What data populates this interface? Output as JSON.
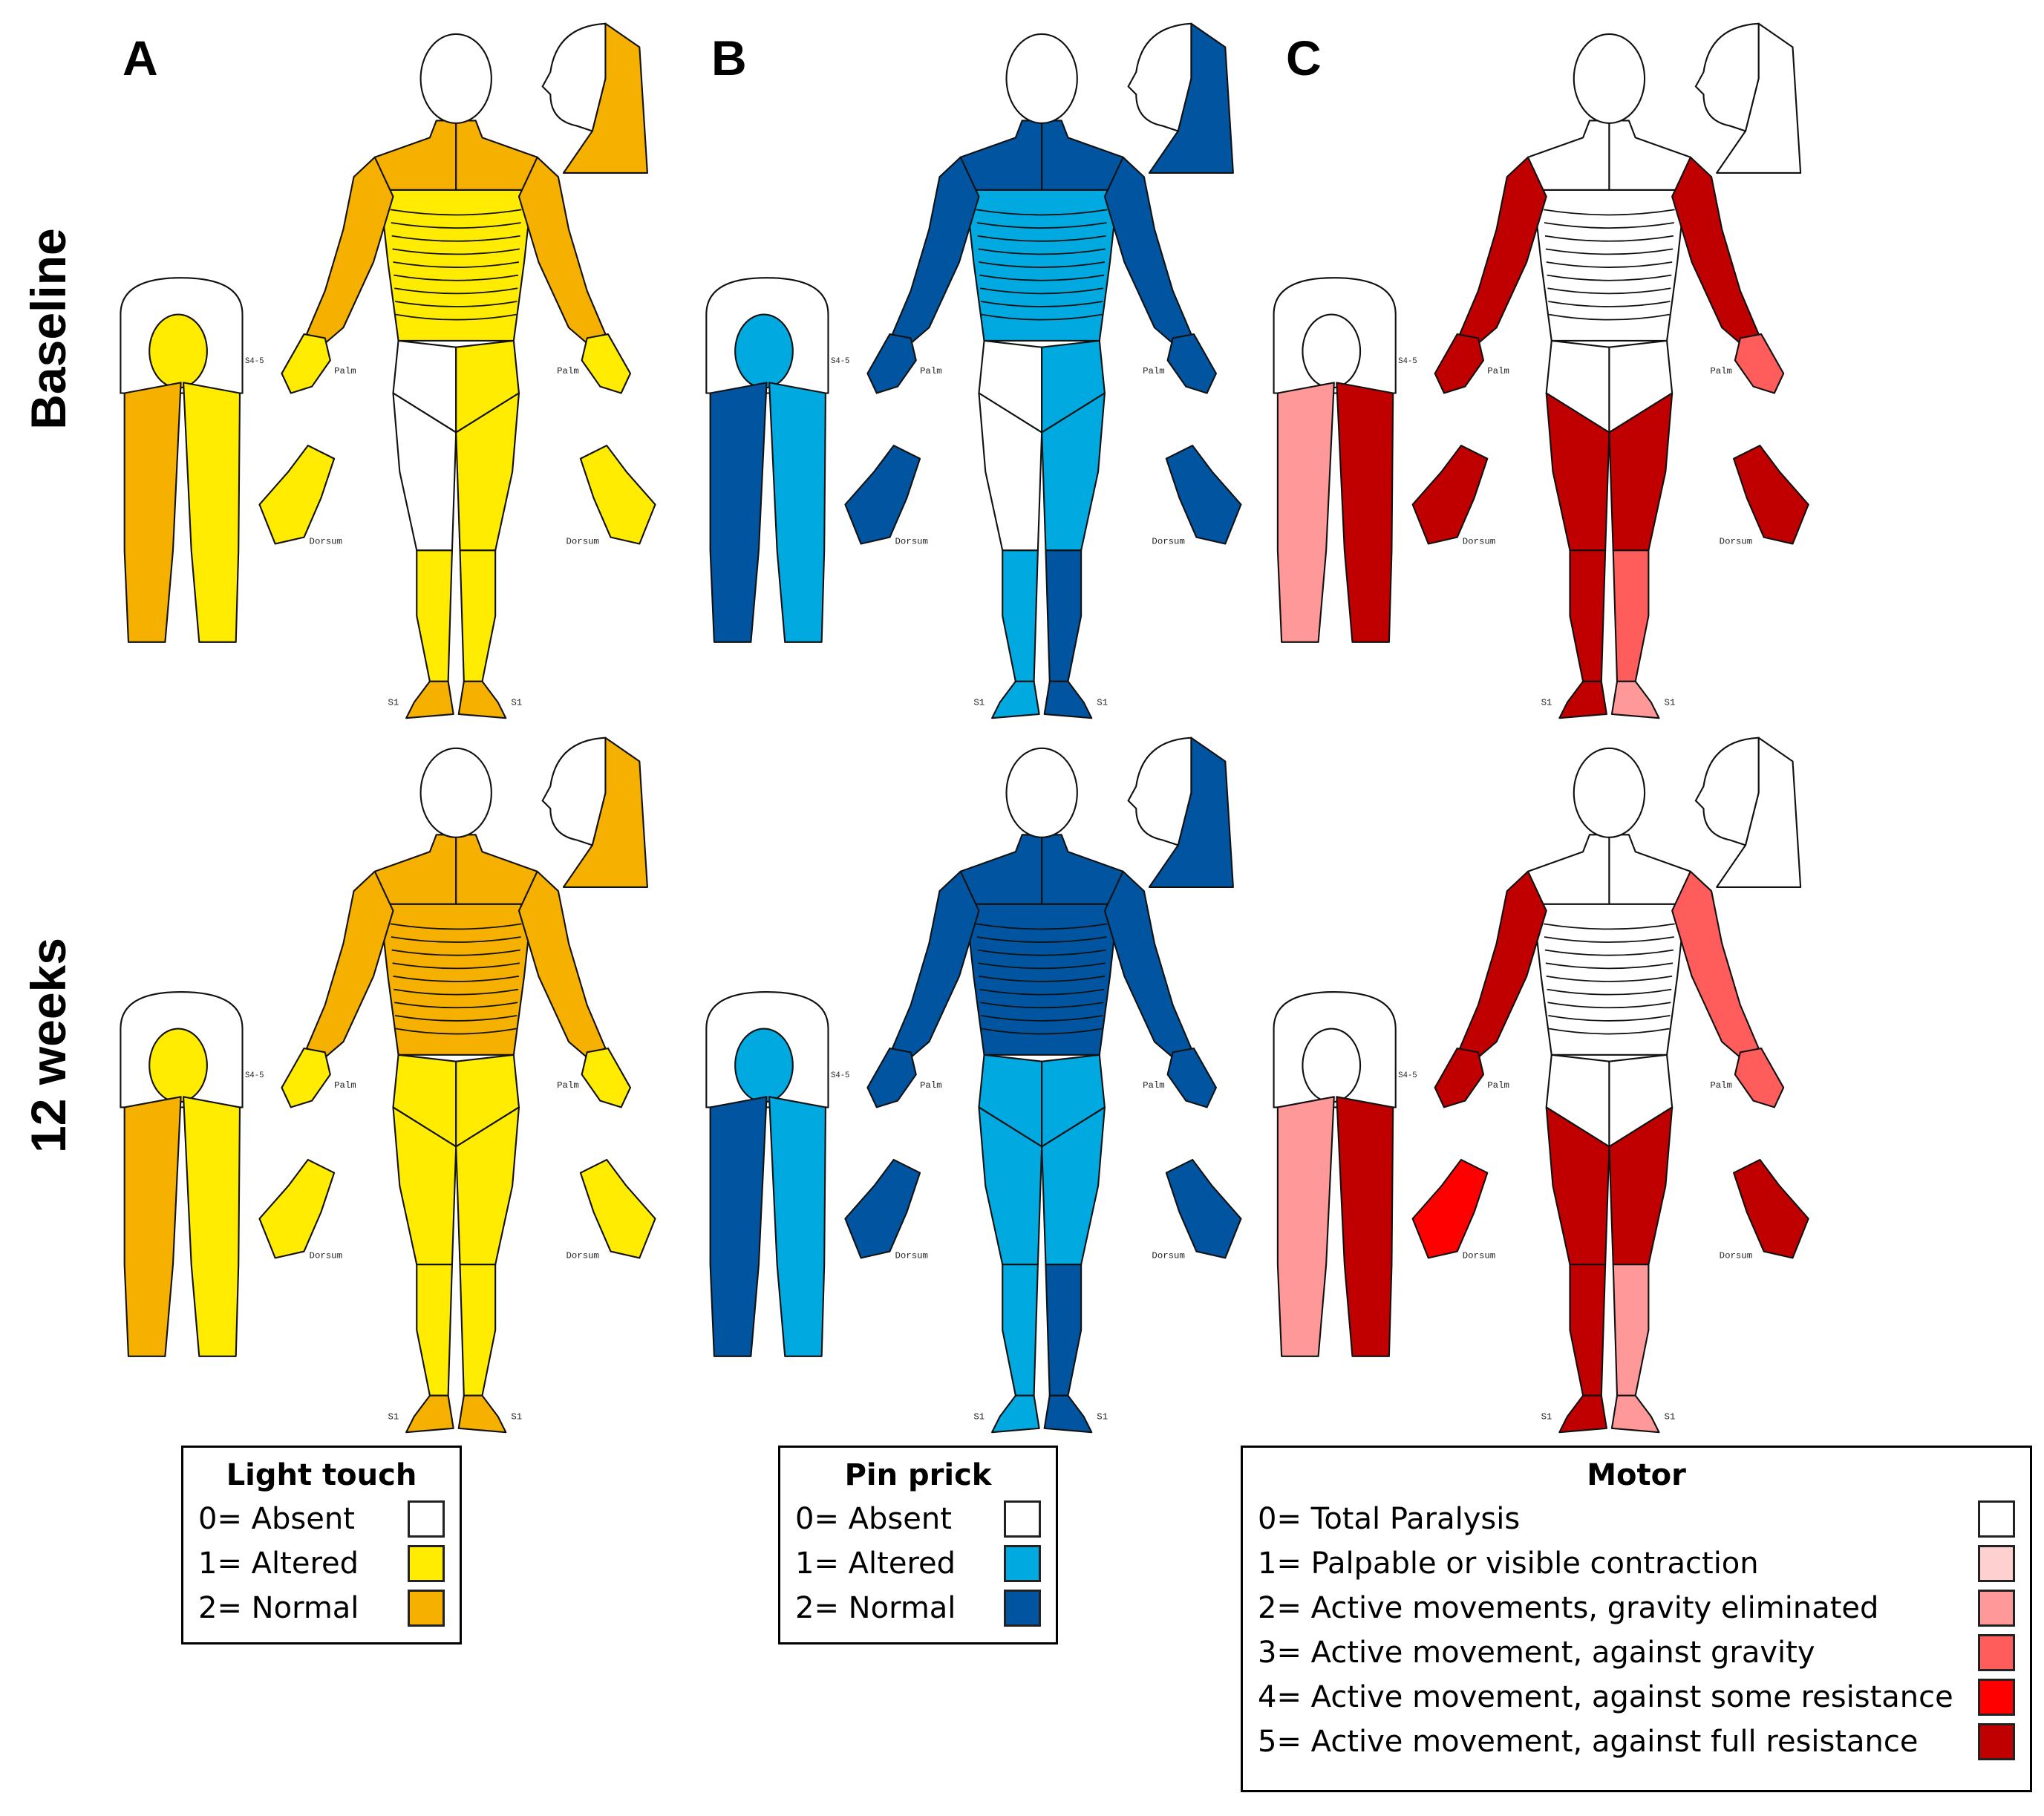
{
  "panels": [
    {
      "letter": "A",
      "scale": "light_touch"
    },
    {
      "letter": "B",
      "scale": "pin_prick"
    },
    {
      "letter": "C",
      "scale": "motor"
    }
  ],
  "rows": [
    "Baseline",
    "12 weeks"
  ],
  "figure_labels": {
    "palm": "Palm",
    "dorsum": "Dorsum",
    "s45": "S4-5",
    "s1": "S1"
  },
  "legends": {
    "light_touch": {
      "title": "Light touch",
      "items": [
        {
          "label": "0= Absent",
          "color": "#ffffff"
        },
        {
          "label": "1= Altered",
          "color": "#ffec00"
        },
        {
          "label": "2= Normal",
          "color": "#f5b000"
        }
      ]
    },
    "pin_prick": {
      "title": "Pin prick",
      "items": [
        {
          "label": "0= Absent",
          "color": "#ffffff"
        },
        {
          "label": "1= Altered",
          "color": "#00a9e0"
        },
        {
          "label": "2= Normal",
          "color": "#0054a0"
        }
      ]
    },
    "motor": {
      "title": "Motor",
      "items": [
        {
          "label": "0= Total Paralysis",
          "color": "#ffffff"
        },
        {
          "label": "1= Palpable or visible contraction",
          "color": "#ffd0d0"
        },
        {
          "label": "2= Active movements, gravity eliminated",
          "color": "#ff9999"
        },
        {
          "label": "3= Active movement, against gravity",
          "color": "#ff5c5c"
        },
        {
          "label": "4= Active movement, against some resistance",
          "color": "#ff0000"
        },
        {
          "label": "5= Active movement, against full resistance",
          "color": "#c00000"
        }
      ]
    }
  },
  "figures": [
    {
      "panel": "A",
      "row": "Baseline",
      "scores": {
        "shoulders": 2,
        "armL": 2,
        "armR": 2,
        "handL": 1,
        "handR": 1,
        "trunk": 1,
        "groinL": 0,
        "groinR": 1,
        "thighL": 0,
        "thighR": 1,
        "legL": 1,
        "legR": 1,
        "footL": 2,
        "footR": 2,
        "buttock": 1,
        "backL": 2,
        "backR": 1,
        "sidehead": 2,
        "dorsumL": 1,
        "dorsumR": 1
      }
    },
    {
      "panel": "A",
      "row": "12 weeks",
      "scores": {
        "shoulders": 2,
        "armL": 2,
        "armR": 2,
        "handL": 1,
        "handR": 1,
        "trunk": 2,
        "groinL": 1,
        "groinR": 1,
        "thighL": 1,
        "thighR": 1,
        "legL": 1,
        "legR": 1,
        "footL": 2,
        "footR": 2,
        "buttock": 1,
        "backL": 2,
        "backR": 1,
        "sidehead": 2,
        "dorsumL": 1,
        "dorsumR": 1
      }
    },
    {
      "panel": "B",
      "row": "Baseline",
      "scores": {
        "shoulders": 2,
        "armL": 2,
        "armR": 2,
        "handL": 2,
        "handR": 2,
        "trunk": 1,
        "groinL": 0,
        "groinR": 1,
        "thighL": 0,
        "thighR": 1,
        "legL": 1,
        "legR": 2,
        "footL": 1,
        "footR": 2,
        "buttock": 1,
        "backL": 2,
        "backR": 1,
        "sidehead": 2,
        "dorsumL": 2,
        "dorsumR": 2
      }
    },
    {
      "panel": "B",
      "row": "12 weeks",
      "scores": {
        "shoulders": 2,
        "armL": 2,
        "armR": 2,
        "handL": 2,
        "handR": 2,
        "trunk": 2,
        "groinL": 1,
        "groinR": 1,
        "thighL": 1,
        "thighR": 1,
        "legL": 1,
        "legR": 2,
        "footL": 1,
        "footR": 2,
        "buttock": 1,
        "backL": 2,
        "backR": 1,
        "sidehead": 2,
        "dorsumL": 2,
        "dorsumR": 2
      }
    },
    {
      "panel": "C",
      "row": "Baseline",
      "scores": {
        "shoulders": 0,
        "armL": 5,
        "armR": 5,
        "handL": 5,
        "handR": 3,
        "trunk": 0,
        "groinL": 0,
        "groinR": 0,
        "thighL": 5,
        "thighR": 5,
        "legL": 5,
        "legR": 3,
        "footL": 5,
        "footR": 2,
        "buttock": 0,
        "backL": 2,
        "backR": 5,
        "sidehead": 0,
        "dorsumL": 5,
        "dorsumR": 5
      }
    },
    {
      "panel": "C",
      "row": "12 weeks",
      "scores": {
        "shoulders": 0,
        "armL": 5,
        "armR": 3,
        "handL": 5,
        "handR": 3,
        "trunk": 0,
        "groinL": 0,
        "groinR": 0,
        "thighL": 5,
        "thighR": 5,
        "legL": 5,
        "legR": 2,
        "footL": 5,
        "footR": 2,
        "buttock": 0,
        "backL": 2,
        "backR": 5,
        "sidehead": 0,
        "dorsumL": 4,
        "dorsumR": 5
      }
    }
  ]
}
